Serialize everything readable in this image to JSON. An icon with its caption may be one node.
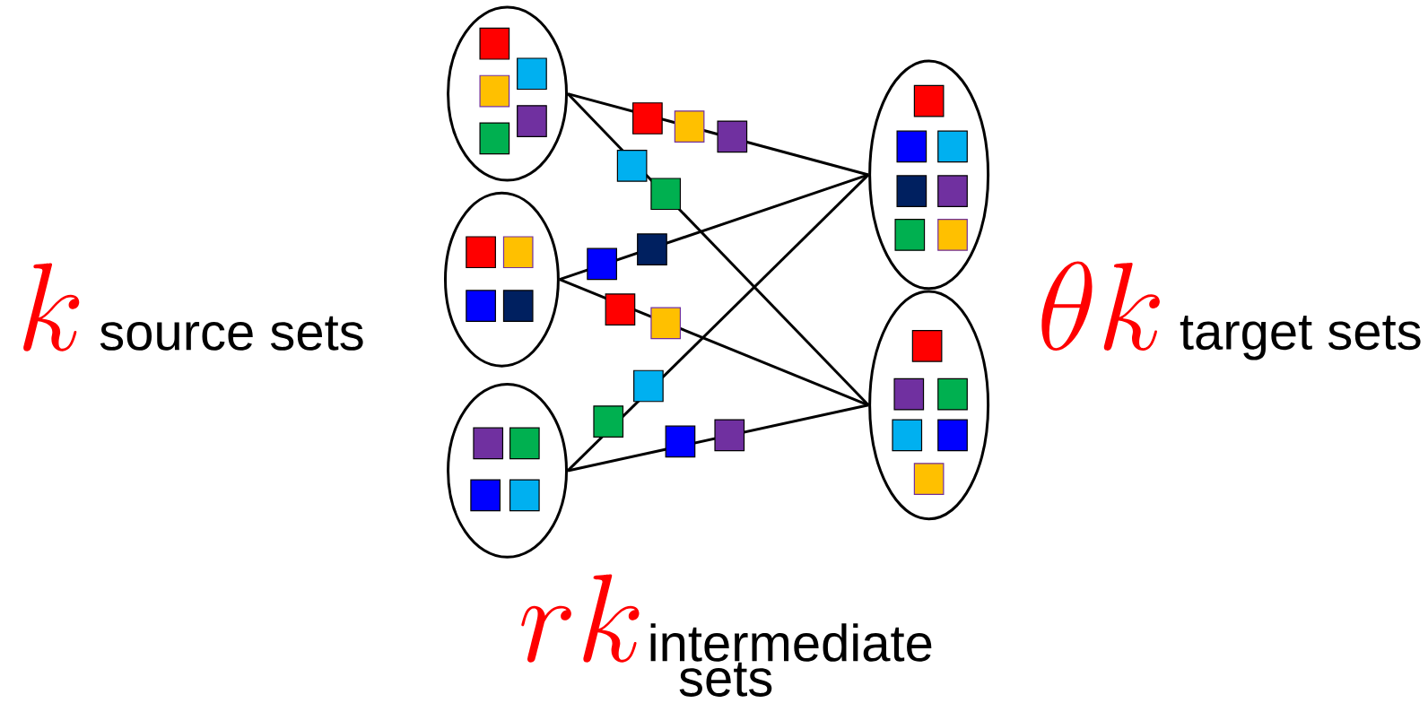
{
  "diagram": {
    "nodes": [
      {
        "text": [],
        "shape": "ellipse"
      },
      {
        "text": [],
        "shape": "ellipse"
      },
      {
        "text": [],
        "shape": "ellipse"
      },
      {
        "text": [],
        "shape": "ellipse"
      },
      {
        "text": [],
        "shape": "ellipse"
      }
    ],
    "edges": [
      {
        "from": 0,
        "to": 3,
        "arrow": "none"
      },
      {
        "from": 0,
        "to": 4,
        "arrow": "none"
      },
      {
        "from": 1,
        "to": 3,
        "arrow": "none"
      },
      {
        "from": 1,
        "to": 4,
        "arrow": "none"
      },
      {
        "from": 2,
        "to": 3,
        "arrow": "none"
      },
      {
        "from": 2,
        "to": 4,
        "arrow": "none"
      }
    ],
    "labels": [
      "k",
      "source sets",
      "\\theta k",
      "target sets",
      "rk",
      "intermediate sets"
    ]
  }
}
